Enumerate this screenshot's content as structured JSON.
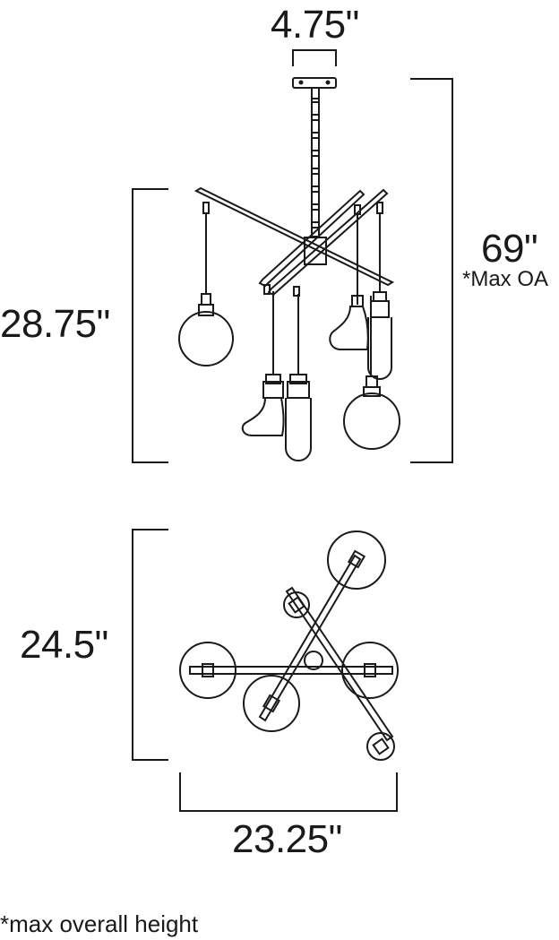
{
  "dimensions": {
    "canopy_width": "4.75\"",
    "overall_height": "69\"",
    "overall_height_note": "*Max OA",
    "fixture_height": "28.75\"",
    "top_view_depth": "24.5\"",
    "top_view_width": "23.25\""
  },
  "footnote": "*max overall height",
  "colors": {
    "line": "#1a1a1a",
    "background": "#ffffff"
  }
}
